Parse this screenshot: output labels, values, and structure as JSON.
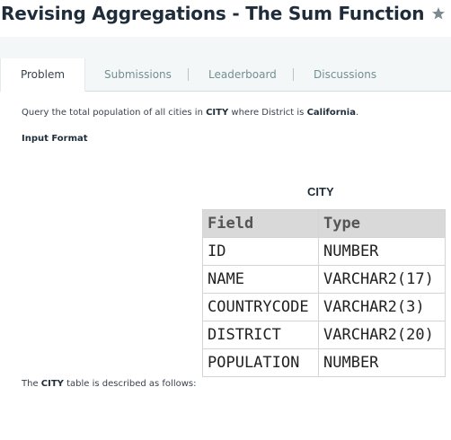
{
  "header": {
    "title": "Revising Aggregations - The Sum Function",
    "star_icon": "star-icon"
  },
  "tabs": [
    {
      "label": "Problem",
      "active": true
    },
    {
      "label": "Submissions",
      "active": false
    },
    {
      "label": "Leaderboard",
      "active": false
    },
    {
      "label": "Discussions",
      "active": false
    }
  ],
  "problem": {
    "query_prefix": "Query the total population of all cities in ",
    "query_table": "CITY",
    "query_middle": " where District is ",
    "query_district": "California",
    "query_suffix": ".",
    "input_format_label": "Input Format",
    "description_prefix": "The ",
    "description_table": "CITY",
    "description_suffix": " table is described as follows:"
  },
  "table": {
    "caption": "CITY",
    "headers": [
      "Field",
      "Type"
    ],
    "rows": [
      [
        "ID",
        "NUMBER"
      ],
      [
        "NAME",
        "VARCHAR2(17)"
      ],
      [
        "COUNTRYCODE",
        "VARCHAR2(3)"
      ],
      [
        "DISTRICT",
        "VARCHAR2(20)"
      ],
      [
        "POPULATION",
        "NUMBER"
      ]
    ]
  },
  "colors": {
    "star": "#7c8a8e",
    "tab_bar": "#f3f7f7",
    "title": "#1f2d3a"
  }
}
